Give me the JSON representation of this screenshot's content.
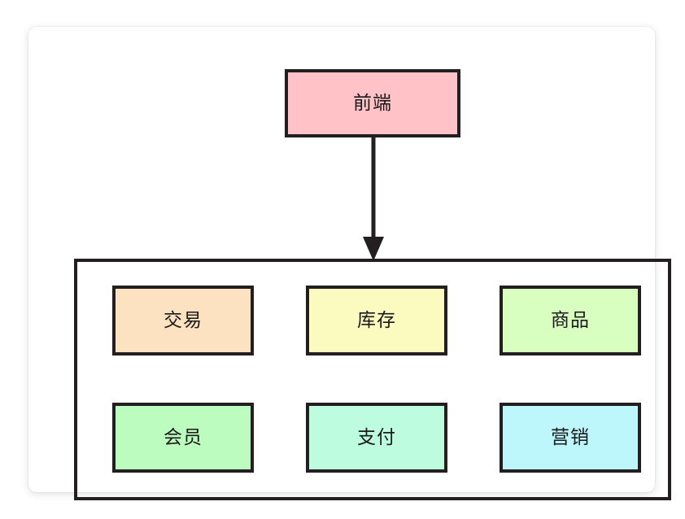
{
  "diagram": {
    "title": "",
    "background_color": "#ffffff",
    "card_color": "#ffffff",
    "border_color": "#231f20",
    "text_color": "#1a1a1a",
    "frontend": {
      "label": "前端",
      "fill": "#ffc2c6"
    },
    "arrow": {
      "direction": "down",
      "color": "#231f20"
    },
    "container": {
      "label": "",
      "fill": "transparent",
      "border": "#231f20"
    },
    "services": [
      {
        "label": "交易",
        "fill": "#fce2c0"
      },
      {
        "label": "库存",
        "fill": "#fbfbbf"
      },
      {
        "label": "商品",
        "fill": "#d9ffc0"
      },
      {
        "label": "会员",
        "fill": "#bdfcbf"
      },
      {
        "label": "支付",
        "fill": "#bdfcde"
      },
      {
        "label": "营销",
        "fill": "#bdf7fc"
      }
    ]
  }
}
